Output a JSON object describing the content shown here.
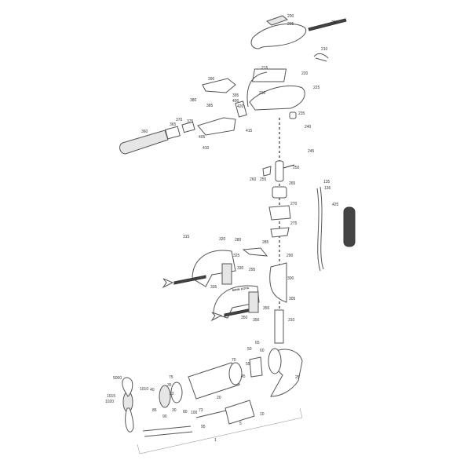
{
  "diagram": {
    "title": "Trolling motor exploded parts diagram",
    "labels": [
      "200",
      "205",
      "208",
      "210",
      "215",
      "220",
      "225",
      "230",
      "235",
      "240",
      "390",
      "395",
      "400",
      "420",
      "380",
      "385",
      "415",
      "375",
      "370",
      "365",
      "360",
      "405",
      "410",
      "245",
      "250",
      "255",
      "260",
      "265",
      "270",
      "275",
      "135",
      "136",
      "425",
      "280",
      "285",
      "290",
      "295",
      "300",
      "305",
      "310",
      "315",
      "320",
      "325",
      "330",
      "335",
      "350",
      "355",
      "356",
      "65",
      "50",
      "60",
      "70",
      "55",
      "45",
      "25",
      "5000",
      "75",
      "35",
      "1010",
      "40",
      "23",
      "1015",
      "1020",
      "85",
      "30",
      "20",
      "80",
      "100",
      "73",
      "95",
      "10",
      "5",
      "90",
      "1"
    ],
    "maker_logo_text": "MINN KOTA"
  }
}
